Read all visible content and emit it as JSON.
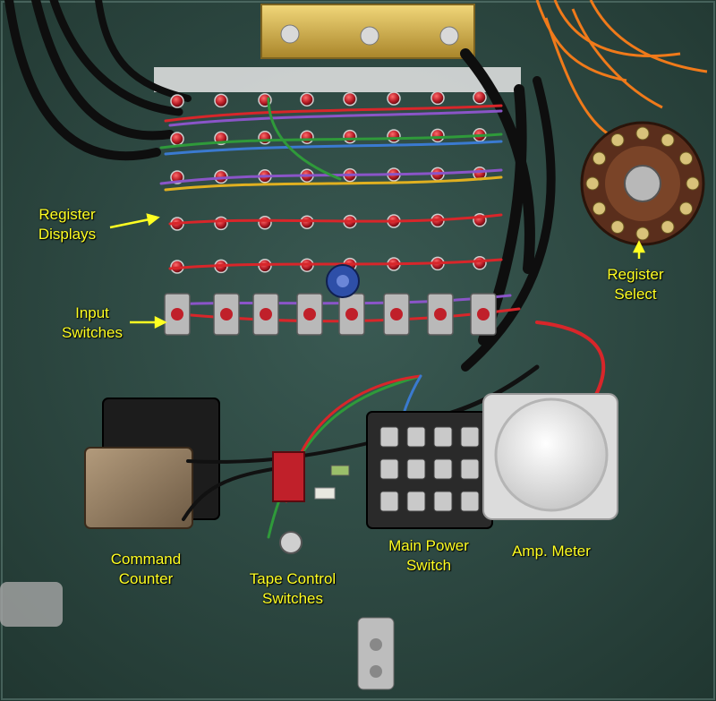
{
  "labels": {
    "register_displays": [
      "Register",
      "Displays"
    ],
    "input_switches": [
      "Input",
      "Switches"
    ],
    "register_select": [
      "Register",
      "Select"
    ],
    "command_counter": [
      "Command",
      "Counter"
    ],
    "tape_control_switches": [
      "Tape Control",
      "Switches"
    ],
    "main_power_switch": [
      "Main Power",
      "Switch"
    ],
    "amp_meter": [
      "Amp. Meter"
    ]
  },
  "colors": {
    "panel": "#2f4a44",
    "label_text": "#ffff22",
    "brass": "#c9a63a",
    "led": "#c0202a",
    "wire_red": "#d8262a",
    "wire_black": "#111111",
    "wire_green": "#2f9a3a",
    "wire_blue": "#3a7ad0",
    "wire_orange": "#f07a1a",
    "wire_purple": "#8a55c8"
  }
}
